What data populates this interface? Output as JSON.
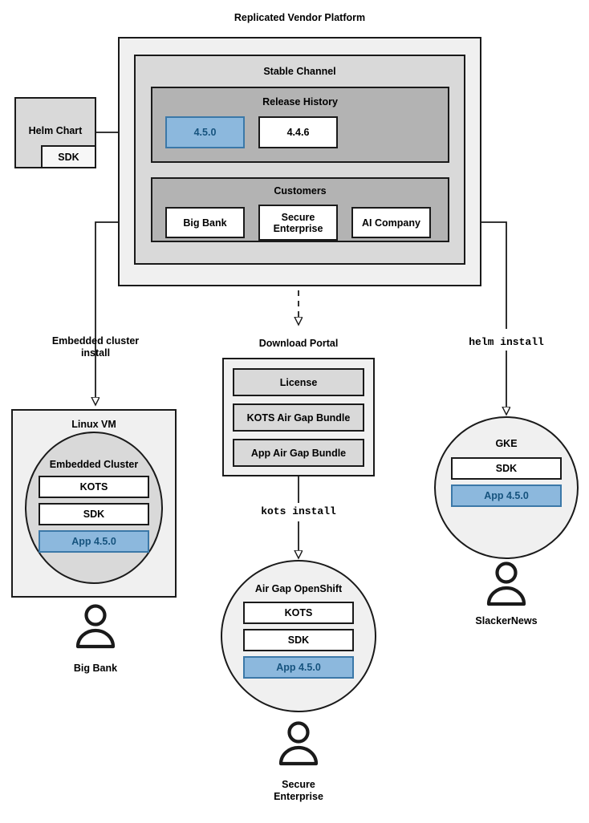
{
  "diagram": {
    "title": "Replicated Vendor Platform",
    "platform": {
      "label": "Replicated Vendor Platform",
      "channel": {
        "label": "Stable Channel",
        "release_history": {
          "label": "Release History",
          "releases": [
            {
              "version": "4.5.0",
              "highlighted": true
            },
            {
              "version": "4.4.6",
              "highlighted": false
            }
          ]
        },
        "customers": {
          "label": "Customers",
          "items": [
            {
              "name": "Big Bank"
            },
            {
              "name": "Secure\nEnterprise"
            },
            {
              "name": "AI Company"
            }
          ]
        }
      }
    },
    "source": {
      "label": "Helm Chart",
      "inner_label": "SDK"
    },
    "edge_labels": {
      "embedded_cluster_install": "Embedded cluster\ninstall",
      "download_portal": "Download Portal",
      "helm_install": "helm install",
      "kots_install": "kots install"
    },
    "targets": [
      {
        "id": "linux-vm",
        "label": "Linux VM",
        "inner_label": "Embedded Cluster",
        "components": [
          {
            "name": "KOTS",
            "highlighted": false
          },
          {
            "name": "SDK",
            "highlighted": false
          },
          {
            "name": "App 4.5.0",
            "highlighted": true
          }
        ],
        "actor": "Big Bank"
      },
      {
        "id": "air-gap-openshift",
        "label": "Air Gap OpenShift",
        "components": [
          {
            "name": "KOTS",
            "highlighted": false
          },
          {
            "name": "SDK",
            "highlighted": false
          },
          {
            "name": "App 4.5.0",
            "highlighted": true
          }
        ],
        "actor": "Secure\nEnterprise"
      },
      {
        "id": "gke",
        "label": "GKE",
        "components": [
          {
            "name": "SDK",
            "highlighted": false
          },
          {
            "name": "App 4.5.0",
            "highlighted": true
          }
        ],
        "actor": "SlackerNews"
      }
    ],
    "download_portal": {
      "label": "Download Portal",
      "artifacts": [
        {
          "name": "License"
        },
        {
          "name": "KOTS Air Gap Bundle"
        },
        {
          "name": "App Air Gap Bundle"
        }
      ]
    },
    "colors": {
      "highlight_fill": "#8cb8dd",
      "highlight_border": "#3b78a8",
      "highlight_text": "#16537e",
      "level1_fill": "#f0f0f0",
      "level2_fill": "#d9d9d9",
      "level3_fill": "#b3b3b3",
      "stroke": "#1a1a1a"
    }
  }
}
